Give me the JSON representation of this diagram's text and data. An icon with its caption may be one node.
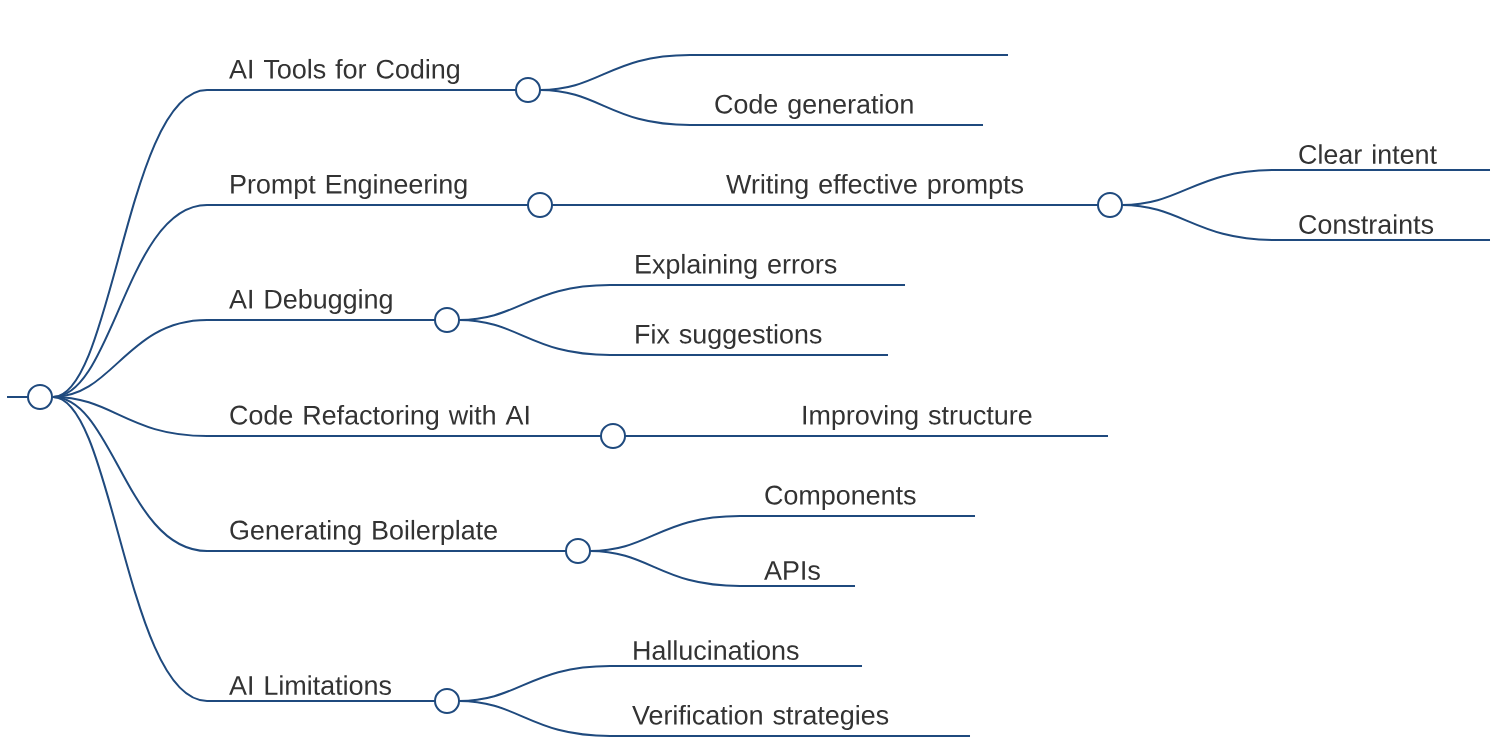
{
  "diagram": {
    "nodes": [
      {
        "text": [],
        "shape": "circle"
      },
      {
        "text": [
          "AI Tools for Coding"
        ]
      },
      {
        "text": [],
        "shape": "line"
      },
      {
        "text": [
          "Code generation"
        ]
      },
      {
        "text": [
          "Prompt Engineering"
        ]
      },
      {
        "text": [
          "Writing effective prompts"
        ]
      },
      {
        "text": [
          "Clear intent"
        ]
      },
      {
        "text": [
          "Constraints"
        ]
      },
      {
        "text": [
          "AI Debugging"
        ]
      },
      {
        "text": [
          "Explaining errors"
        ]
      },
      {
        "text": [
          "Fix suggestions"
        ]
      },
      {
        "text": [
          "Code Refactoring with AI"
        ]
      },
      {
        "text": [
          "Improving structure"
        ]
      },
      {
        "text": [
          "Generating Boilerplate"
        ]
      },
      {
        "text": [
          "Components"
        ]
      },
      {
        "text": [
          "APIs"
        ]
      },
      {
        "text": [
          "AI Limitations"
        ]
      },
      {
        "text": [
          "Hallucinations"
        ]
      },
      {
        "text": [
          "Verification strategies"
        ]
      }
    ],
    "edges": [
      {
        "from": 0,
        "to": 1,
        "arrow": "none"
      },
      {
        "from": 1,
        "to": 2,
        "arrow": "none"
      },
      {
        "from": 1,
        "to": 3,
        "arrow": "none"
      },
      {
        "from": 0,
        "to": 4,
        "arrow": "none"
      },
      {
        "from": 4,
        "to": 5,
        "arrow": "none"
      },
      {
        "from": 5,
        "to": 6,
        "arrow": "none"
      },
      {
        "from": 5,
        "to": 7,
        "arrow": "none"
      },
      {
        "from": 0,
        "to": 8,
        "arrow": "none"
      },
      {
        "from": 8,
        "to": 9,
        "arrow": "none"
      },
      {
        "from": 8,
        "to": 10,
        "arrow": "none"
      },
      {
        "from": 0,
        "to": 11,
        "arrow": "none"
      },
      {
        "from": 11,
        "to": 12,
        "arrow": "none"
      },
      {
        "from": 0,
        "to": 13,
        "arrow": "none"
      },
      {
        "from": 13,
        "to": 14,
        "arrow": "none"
      },
      {
        "from": 13,
        "to": 15,
        "arrow": "none"
      },
      {
        "from": 0,
        "to": 16,
        "arrow": "none"
      },
      {
        "from": 16,
        "to": 17,
        "arrow": "none"
      },
      {
        "from": 16,
        "to": 18,
        "arrow": "none"
      }
    ]
  }
}
